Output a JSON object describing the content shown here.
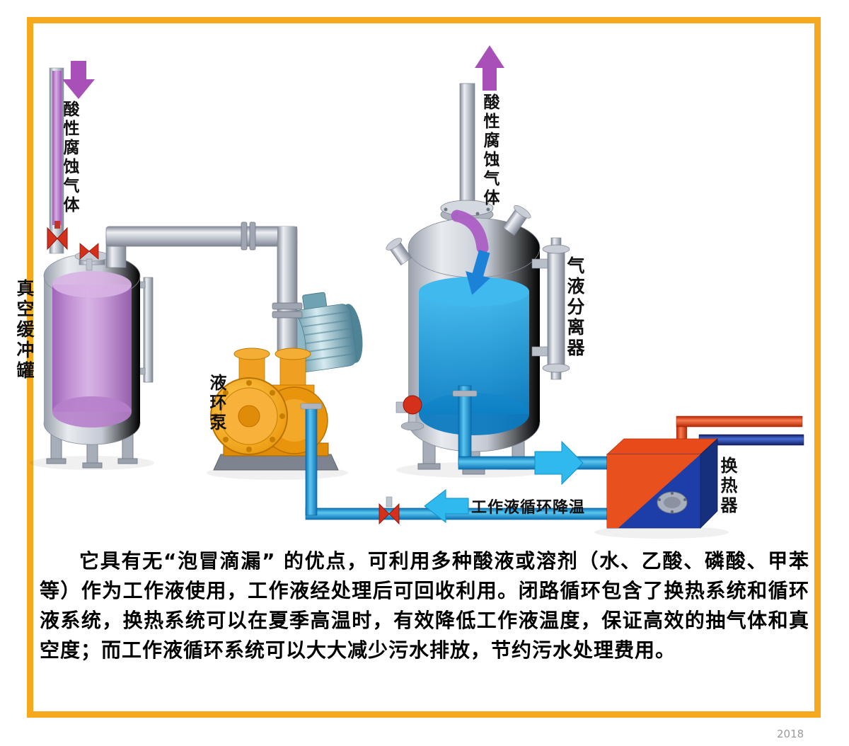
{
  "frame": {
    "border_color": "#F6A81F"
  },
  "diagram": {
    "labels": {
      "acid_gas_left": "酸性腐蚀气体",
      "vacuum_buffer_tank": "真空缓冲罐",
      "liquid_ring_pump": "液环泵",
      "acid_gas_right": "酸性腐蚀气体",
      "gas_liquid_separator": "气液分离器",
      "heat_exchanger": "换热器",
      "working_fluid_cooling": "工作液循环降温"
    },
    "colors": {
      "acid_gas_purple": "#A94FB8",
      "working_fluid_cyan": "#2FB9EC",
      "liquid_blue": "#0C7AC0",
      "pump_orange": "#F09B10",
      "hx_hot_red": "#E8501E",
      "hx_cold_blue": "#1C3EA6",
      "frame_orange": "#F6A81F"
    }
  },
  "description": {
    "text": "它具有无“泡冒滴漏” 的优点，可利用多种酸液或溶剂（水、乙酸、磷酸、甲苯等）作为工作液使用，工作液经处理后可回收利用。闭路循环包含了换热系统和循环液系统，换热系统可以在夏季高温时，有效降低工作液温度，保证高效的抽气体和真空度；而工作液循环系统可以大大减少污水排放，节约污水处理费用。"
  },
  "watermark": "2018"
}
